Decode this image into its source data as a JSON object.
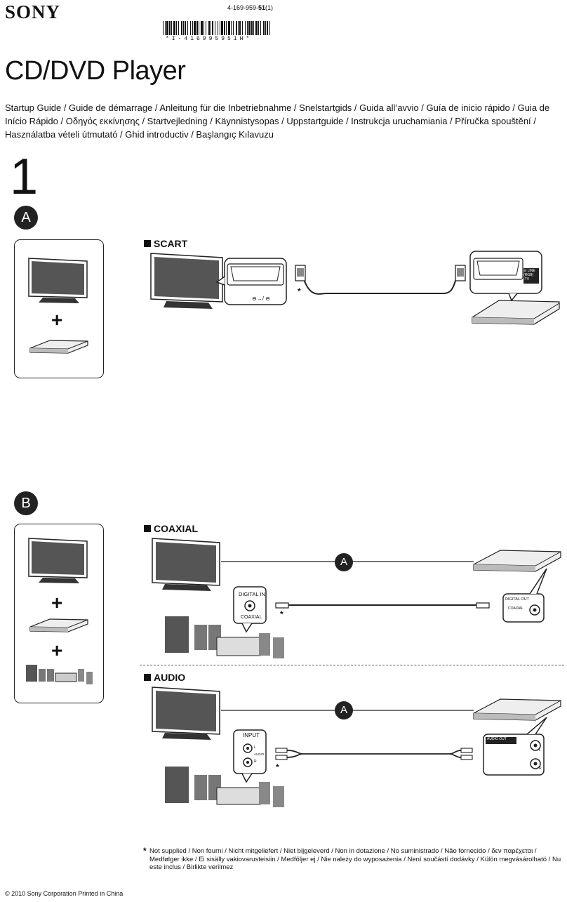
{
  "header": {
    "brand": "SONY",
    "part_number_prefix": "4-169-959-",
    "part_number_bold": "51",
    "part_number_suffix": "(1)",
    "barcode_text": "*I-416995951H*"
  },
  "title": "CD/DVD Player",
  "subtitle": "Startup Guide / Guide de démarrage / Anleitung für die Inbetriebnahme / Snelstartgids / Guida all’avvio / Guía de inicio rápido / Guia de Início Rápido / Οδηγός εκκίνησης / Startvejledning / Käynnistysopas / Uppstartguide / Instrukcja uruchamiania / Příručka spouštění / Használatba vételi útmutató / Ghid introductiv / Başlangıç Kılavuzu",
  "step_number": "1",
  "section_a": {
    "badge": "A",
    "plus": "+",
    "heading": "SCART",
    "asterisk": "*",
    "tv_jack_label": "⊖→/ ⊖",
    "player_jack_label_1": "⊖ LINE",
    "player_jack_label_2": "(RGB)",
    "player_jack_label_3": "-TV"
  },
  "section_b": {
    "badge": "B",
    "plus_1": "+",
    "plus_2": "+",
    "coaxial": {
      "heading": "COAXIAL",
      "route_badge": "A",
      "in_label": "DIGITAL IN",
      "in_sub": "COAXIAL",
      "out_label": "DIGITAL OUT",
      "out_sub": "COAXIAL",
      "asterisk": "*"
    },
    "audio": {
      "heading": "AUDIO",
      "route_badge": "A",
      "in_label": "INPUT",
      "in_l": "L",
      "in_audio": "AUDIO",
      "in_r": "R",
      "out_label": "AUDIO OUT",
      "out_l": "L",
      "out_r": "R",
      "asterisk": "*"
    }
  },
  "footnote_marker": "*",
  "footnote": "Not supplied / Non fourni / Nicht mitgeliefert / Niet bijgeleverd / Non in dotazione / No suministrado / Não fornecido / δεν παρέχεται / Medfølger ikke / Ei sisälly vakiovarusteisiin / Medföljer ej / Nie należy do wyposażenia / Není součástí dodávky / Külön megvásárolható / Nu este inclus / Birlikte verilmez",
  "copyright": "© 2010 Sony Corporation   Printed in China"
}
